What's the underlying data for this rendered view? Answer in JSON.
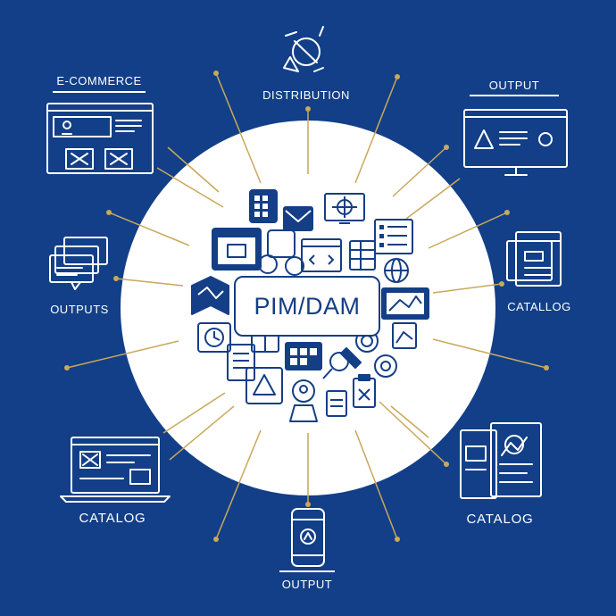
{
  "diagram": {
    "center_label": "PIM/DAM",
    "nodes": [
      {
        "id": "distribution",
        "label": "DISTRIBUTION",
        "icon": "rocket-icon"
      },
      {
        "id": "ecommerce",
        "label": "E-COMMERCE",
        "icon": "web-store-icon"
      },
      {
        "id": "output_top",
        "label": "OUTPUT",
        "icon": "desktop-monitor-icon"
      },
      {
        "id": "outputs_left",
        "label": "OUTPUTS",
        "icon": "stacked-windows-icon"
      },
      {
        "id": "catalog_right",
        "label": "CATALLOG",
        "icon": "catalog-stack-icon"
      },
      {
        "id": "catalog_left",
        "label": "CATALOG",
        "icon": "laptop-icon"
      },
      {
        "id": "output_bottom",
        "label": "OUTPUT",
        "icon": "smartphone-icon"
      },
      {
        "id": "catalog_bottom_right",
        "label": "CATALOG",
        "icon": "brochure-icon"
      }
    ],
    "colors": {
      "background": "#123f87",
      "circle": "#ffffff",
      "connector": "#c9a85a",
      "icon_dark": "#143e86",
      "icon_light": "#ffffff"
    }
  }
}
